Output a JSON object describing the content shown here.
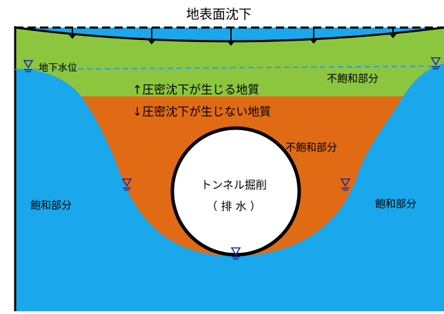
{
  "title": "地表面沈下",
  "groundwater_label": "地下水位",
  "unsaturated_top": "不飽和部分",
  "clay_label": "↑圧密沈下が生じる地質",
  "sand_label": "↓圧密沈下が生じない地質",
  "unsaturated_mid": "不飽和部分",
  "saturated_left": "飽和部分",
  "saturated_right": "飽和部分",
  "tunnel_label": "トンネル掘削",
  "tunnel_sub": "（ 排 水 ）",
  "colors": {
    "saturated": "#1aa7ec",
    "clay_layer": "#8cc63f",
    "unsaturated": "#e06b14",
    "water_table_dash": "#2aa0dd",
    "marker": "#1a2b9c"
  },
  "icons": [
    "water-level-marker-icon",
    "settlement-arrow-icon"
  ]
}
